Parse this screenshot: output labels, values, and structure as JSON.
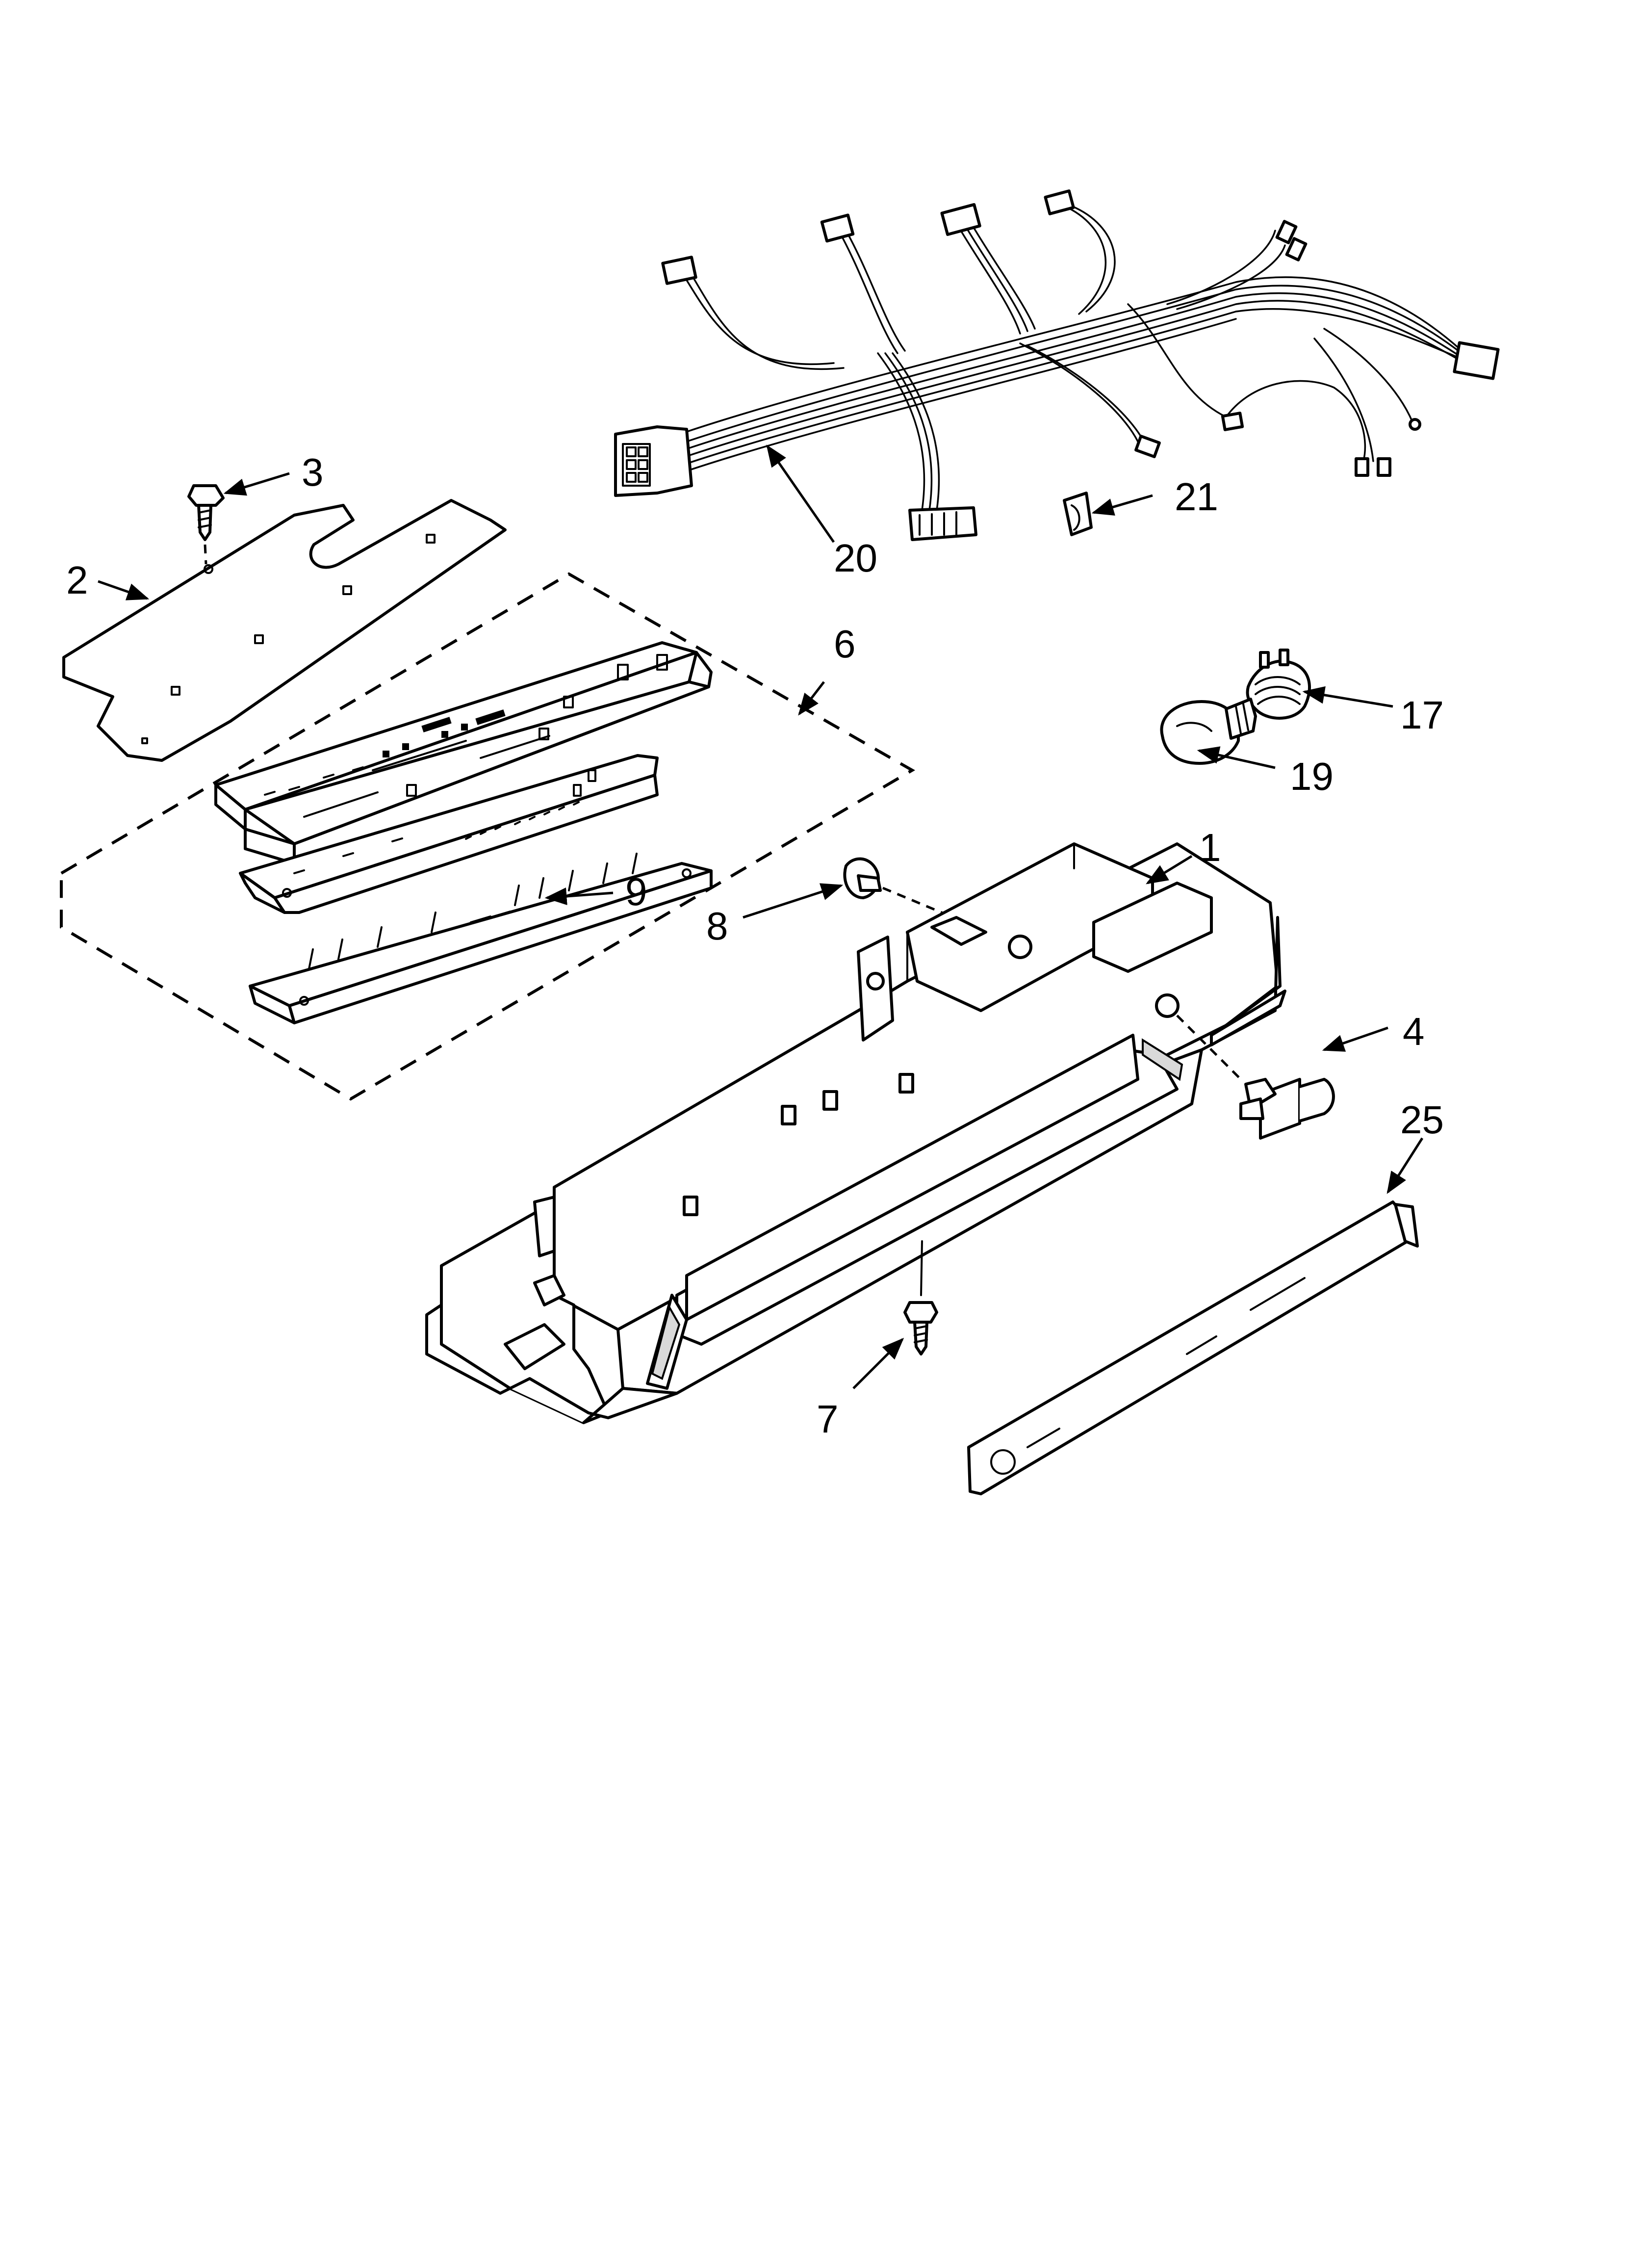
{
  "callouts": [
    {
      "id": "1",
      "text": "1"
    },
    {
      "id": "2",
      "text": "2"
    },
    {
      "id": "3",
      "text": "3"
    },
    {
      "id": "4",
      "text": "4"
    },
    {
      "id": "6",
      "text": "6"
    },
    {
      "id": "7",
      "text": "7"
    },
    {
      "id": "8",
      "text": "8"
    },
    {
      "id": "9",
      "text": "9"
    },
    {
      "id": "17",
      "text": "17"
    },
    {
      "id": "19",
      "text": "19"
    },
    {
      "id": "20",
      "text": "20"
    },
    {
      "id": "21",
      "text": "21"
    },
    {
      "id": "25",
      "text": "25"
    }
  ]
}
